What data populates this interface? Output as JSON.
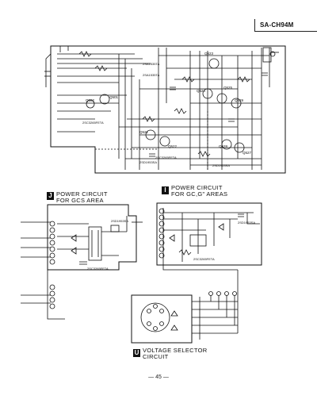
{
  "header": {
    "model": "SA-CH94M"
  },
  "sections": [
    {
      "badge": "J",
      "title_line1": "POWER CIRCUIT",
      "title_line2": "FOR GCS AREA"
    },
    {
      "badge": "I",
      "title_line1": "POWER CIRCUIT",
      "title_line2": "FOR GC,G\" AREAS"
    },
    {
      "badge": "U",
      "title_line1": "VOLTAGE SELECTOR",
      "title_line2": "CIRCUIT"
    }
  ],
  "components": {
    "q523": "Q523",
    "q521": "Q521",
    "q522": "Q522",
    "q524": "Q524",
    "q525": "Q525",
    "q526": "Q526",
    "q527": "Q527",
    "q528": "Q528",
    "q529": "Q529",
    "q501": "Q501",
    "q502": "Q502",
    "part_a": "2SA1535TA",
    "part_b": "2SC3265FETA",
    "part_c": "2SD1953SA"
  },
  "page_number": "— 45 —"
}
